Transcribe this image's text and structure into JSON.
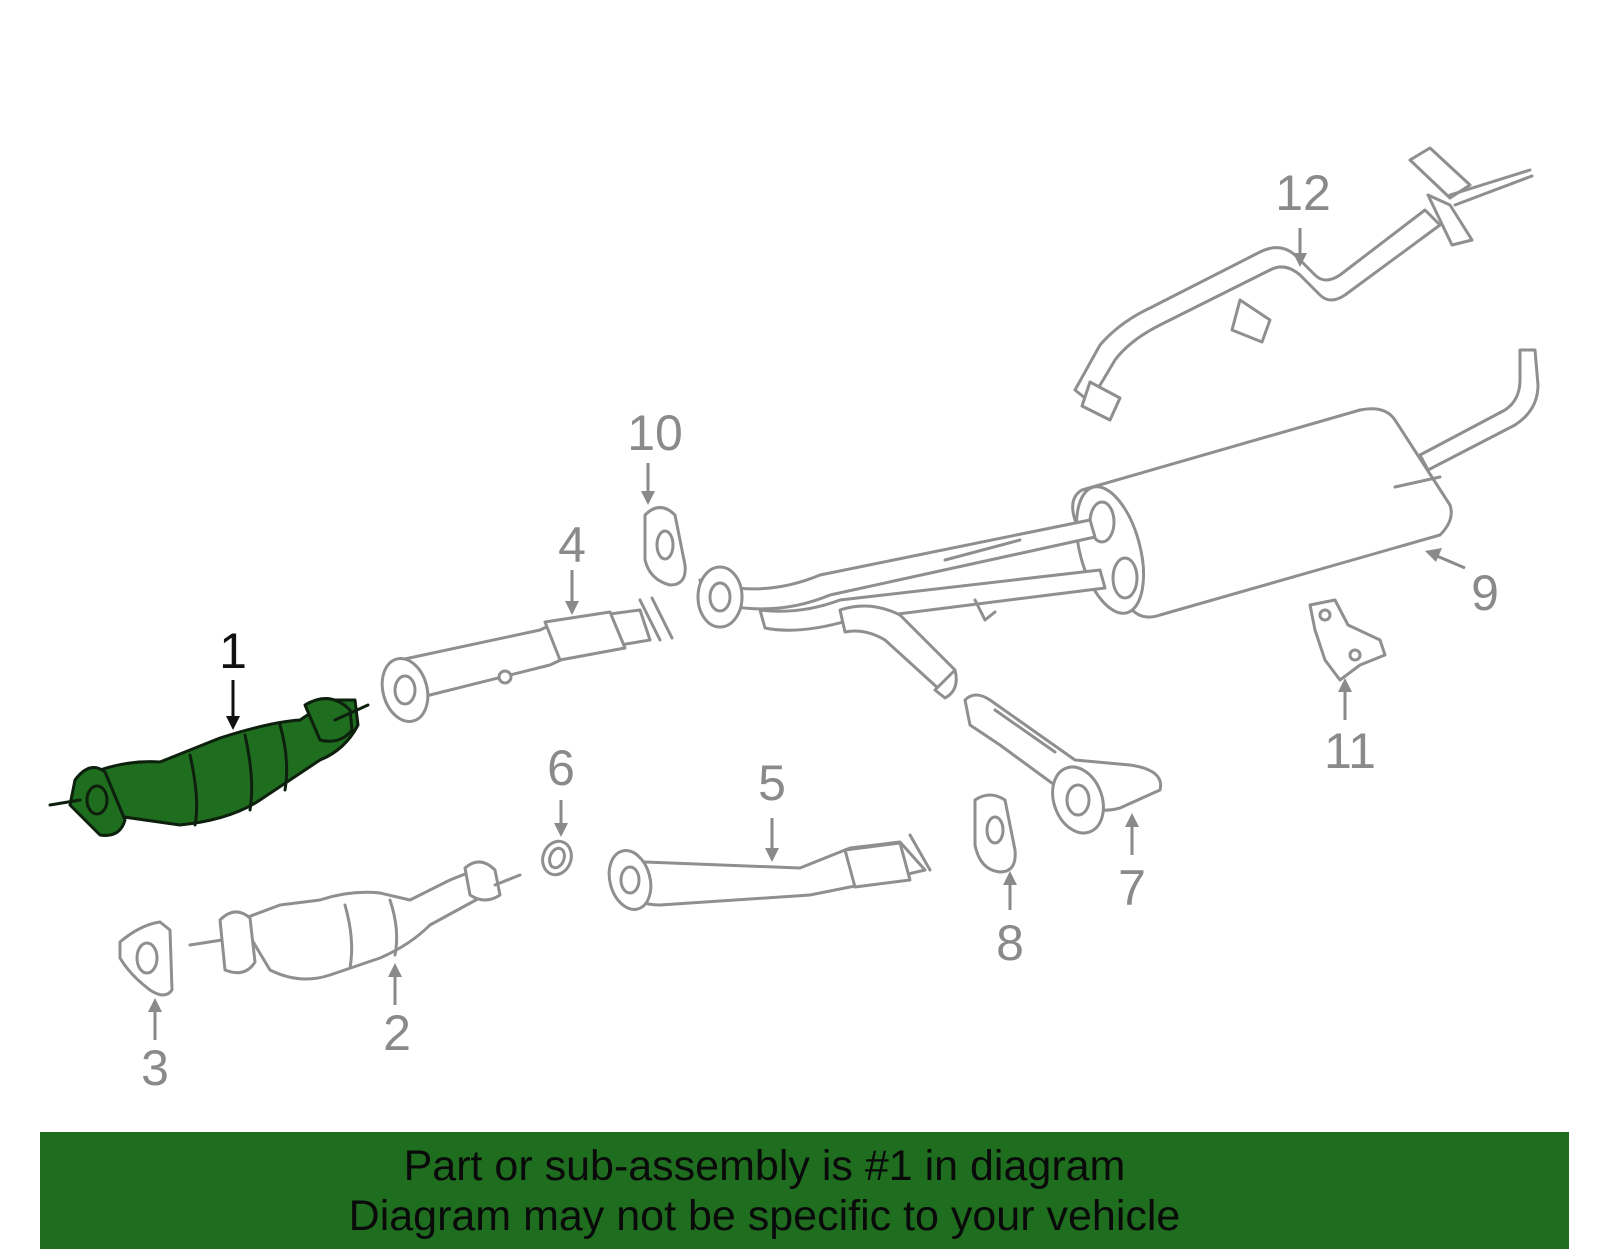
{
  "diagram": {
    "callouts": [
      "1",
      "2",
      "3",
      "4",
      "5",
      "6",
      "7",
      "8",
      "9",
      "10",
      "11",
      "12"
    ],
    "highlighted_part": "1",
    "colors": {
      "highlight": "#1f6d1f",
      "parts": "#8f8f8f",
      "callout_text": "#8a8a8a",
      "banner_bg": "#1f6d1f"
    }
  },
  "banner": {
    "line1": "Part or sub-assembly is #1 in diagram",
    "line2": "Diagram may not be specific to your vehicle"
  }
}
